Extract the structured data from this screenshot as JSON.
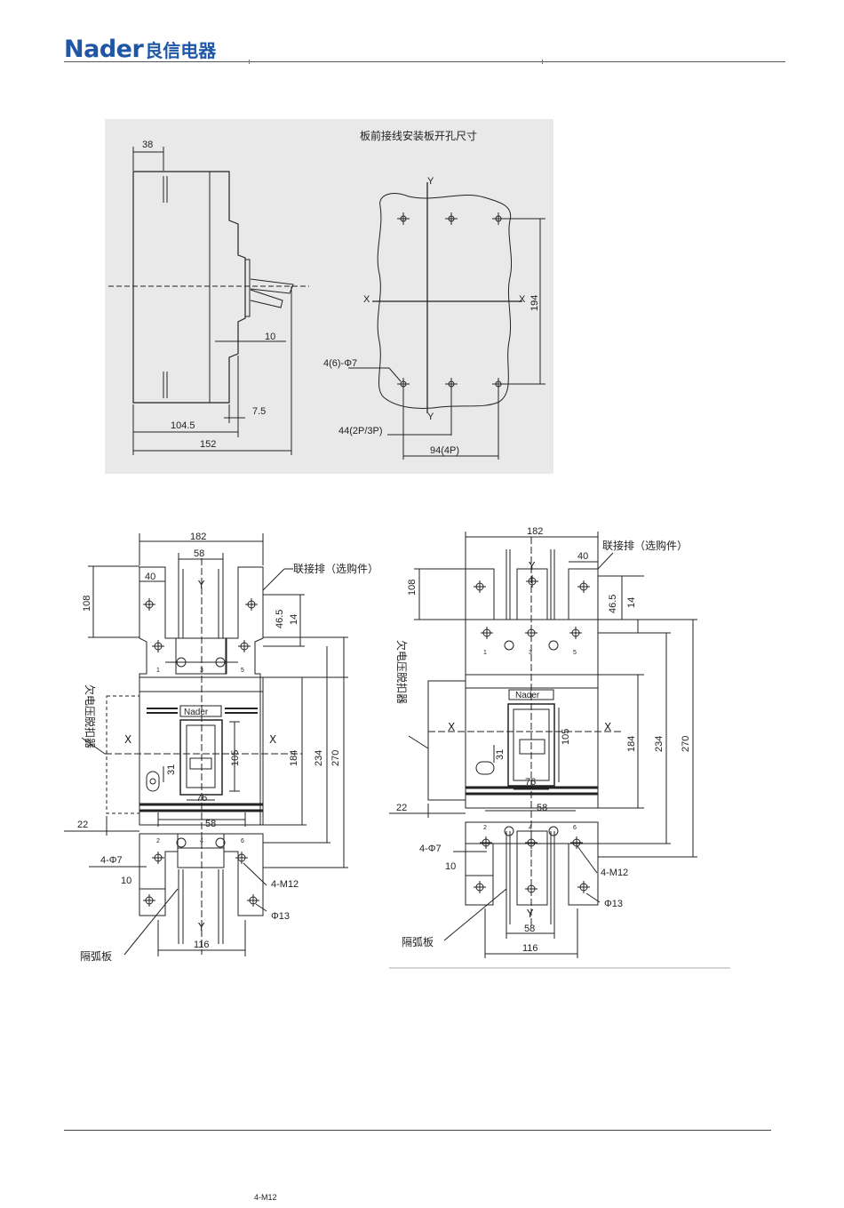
{
  "brand": {
    "logo_latin": "Nader",
    "logo_cn": "良信电器"
  },
  "top_drawing": {
    "title": "板前接线安装板开孔尺寸",
    "side_dims": {
      "d38": "38",
      "d10": "10",
      "d7_5": "7.5",
      "d104_5": "104.5",
      "d152": "152"
    },
    "plate_dims": {
      "axis_y": "Y",
      "axis_x": "X",
      "d194": "194",
      "holes": "4(6)-Φ7",
      "d44": "44(2P/3P)",
      "d94": "94(4P)"
    }
  },
  "left_drawing": {
    "d182": "182",
    "d58_top": "58",
    "d40": "40",
    "d108": "108",
    "d46_5": "46.5",
    "d14": "14",
    "link_bar": "联接排（选购件）",
    "undervoltage": "欠电压脱扣器",
    "brand_label": "Nader",
    "axis_x": "X",
    "axis_y": "Y",
    "d105": "105",
    "d31": "31",
    "d76": "76",
    "d58_mid": "58",
    "d184": "184",
    "d234": "234",
    "d270": "270",
    "d22": "22",
    "holes": "4-Φ7",
    "d10": "10",
    "m12": "4-M12",
    "phi13": "Φ13",
    "d116": "116",
    "barrier": "隔弧板",
    "terminals_top": [
      "1",
      "3",
      "5"
    ],
    "terminals_bottom": [
      "2",
      "4",
      "6"
    ]
  },
  "right_drawing": {
    "d182": "182",
    "d40": "40",
    "d108": "108",
    "d46_5": "46.5",
    "d14": "14",
    "link_bar": "联接排（选购件）",
    "undervoltage": "欠电压脱扣器",
    "brand_label": "Nader",
    "axis_x": "X",
    "axis_y": "Y",
    "d105": "105",
    "d31": "31",
    "d76": "76",
    "d58_mid": "58",
    "d184": "184",
    "d234": "234",
    "d270": "270",
    "d22": "22",
    "holes": "4-Φ7",
    "d10": "10",
    "m12": "4-M12",
    "phi13": "Φ13",
    "d58_bot": "58",
    "d116": "116",
    "barrier": "隔弧板",
    "terminals_top": [
      "1",
      "3",
      "5"
    ],
    "terminals_bottom": [
      "2",
      "4",
      "6"
    ]
  },
  "footer": {
    "note": "4-M12"
  },
  "colors": {
    "brand_blue": "#1f57a6",
    "panel_gray": "#e9e9e9",
    "line": "#222222"
  }
}
